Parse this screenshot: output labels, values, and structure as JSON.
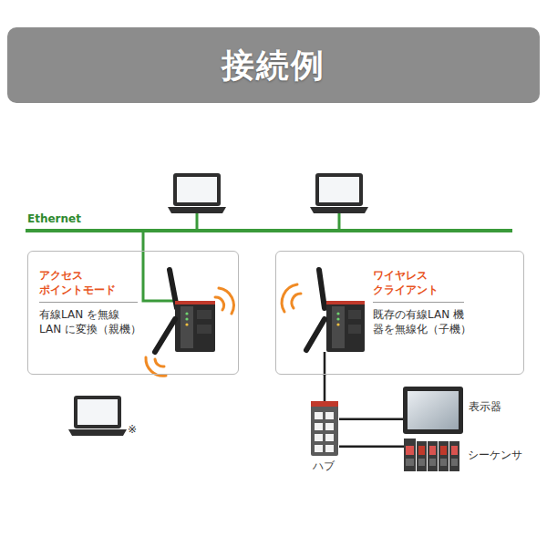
{
  "diagram": {
    "title": "接続例",
    "nodes": [
      {
        "text": [
          "アクセス ポイントモード",
          "有線LAN を無線 LAN に変換（親機）"
        ]
      },
      {
        "text": [
          "ワイヤレス クライアント",
          "既存の有線LAN 機 器を無線化（子機）"
        ]
      },
      {
        "text": [
          "ハブ"
        ]
      },
      {
        "text": [
          "表示器"
        ]
      },
      {
        "text": [
          "シーケンサ"
        ]
      }
    ],
    "edges": [
      {
        "from": 1,
        "to": 2,
        "arrow": "none"
      },
      {
        "from": 2,
        "to": 3,
        "arrow": "none"
      },
      {
        "from": 2,
        "to": 4,
        "arrow": "none"
      }
    ],
    "labels": [
      "Ethernet",
      "※"
    ]
  }
}
